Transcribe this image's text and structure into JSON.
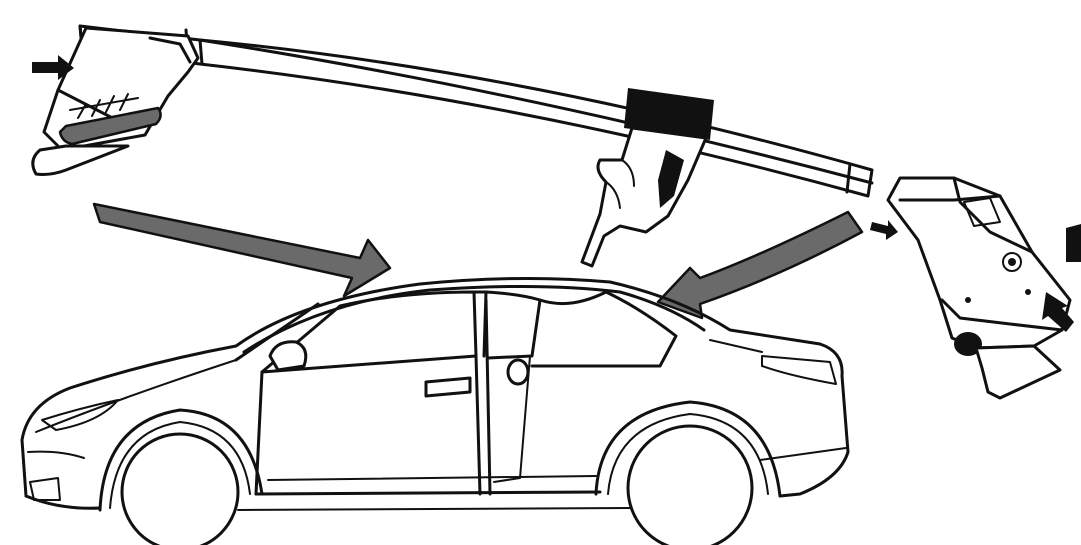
{
  "illustration": {
    "parts": [
      "roof-bar",
      "left-foot-clamp",
      "right-foot-clamp",
      "pointing-hand",
      "car"
    ],
    "arrow_color": "#6a6a6a",
    "line_color": "#111111",
    "background": "#ffffff"
  }
}
